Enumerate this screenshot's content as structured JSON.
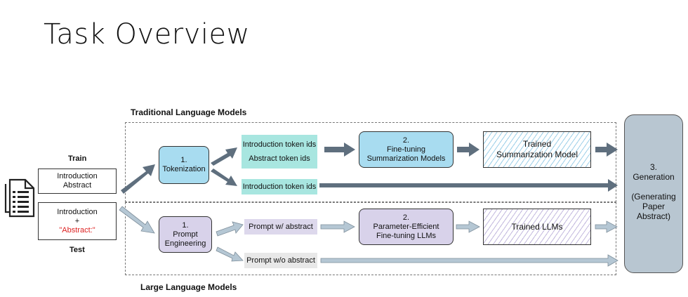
{
  "title": "Task Overview",
  "sections": {
    "traditional": "Traditional Language Models",
    "large": "Large Language Models"
  },
  "inputs": {
    "train_label": "Train",
    "test_label": "Test",
    "train_box": [
      "Introduction",
      "Abstract"
    ],
    "test_box": [
      "Introduction",
      "+",
      "\"Abstract:\""
    ]
  },
  "traditional": {
    "tokenization": [
      "1.",
      "Tokenization"
    ],
    "intro_ids": "Introduction token ids",
    "abstract_ids": "Abstract token ids",
    "intro_ids_test": "Introduction token ids",
    "finetuning": [
      "2.",
      "Fine-tuning",
      "Summarization Models"
    ],
    "trained": [
      "Trained",
      "Summarization Model"
    ]
  },
  "large": {
    "prompt_eng": [
      "1.",
      "Prompt",
      "Engineering"
    ],
    "prompt_with": "Prompt w/ abstract",
    "prompt_without": "Prompt w/o abstract",
    "peft": [
      "2.",
      "Parameter-Efficient",
      "Fine-tuning LLMs"
    ],
    "trained": "Trained LLMs"
  },
  "generation": [
    "3.",
    "Generation",
    "",
    "(Generating",
    "Paper",
    "Abstract)"
  ],
  "colors": {
    "blue": "#a8dcf0",
    "teal": "#a8e6e0",
    "purple": "#d8d2ea",
    "arrow_dark": "#5f6f7e",
    "arrow_light": "#b5c7d4",
    "generation": "#b8c6d1",
    "red_text": "#dd2222"
  },
  "icons": [
    "document-icon"
  ]
}
